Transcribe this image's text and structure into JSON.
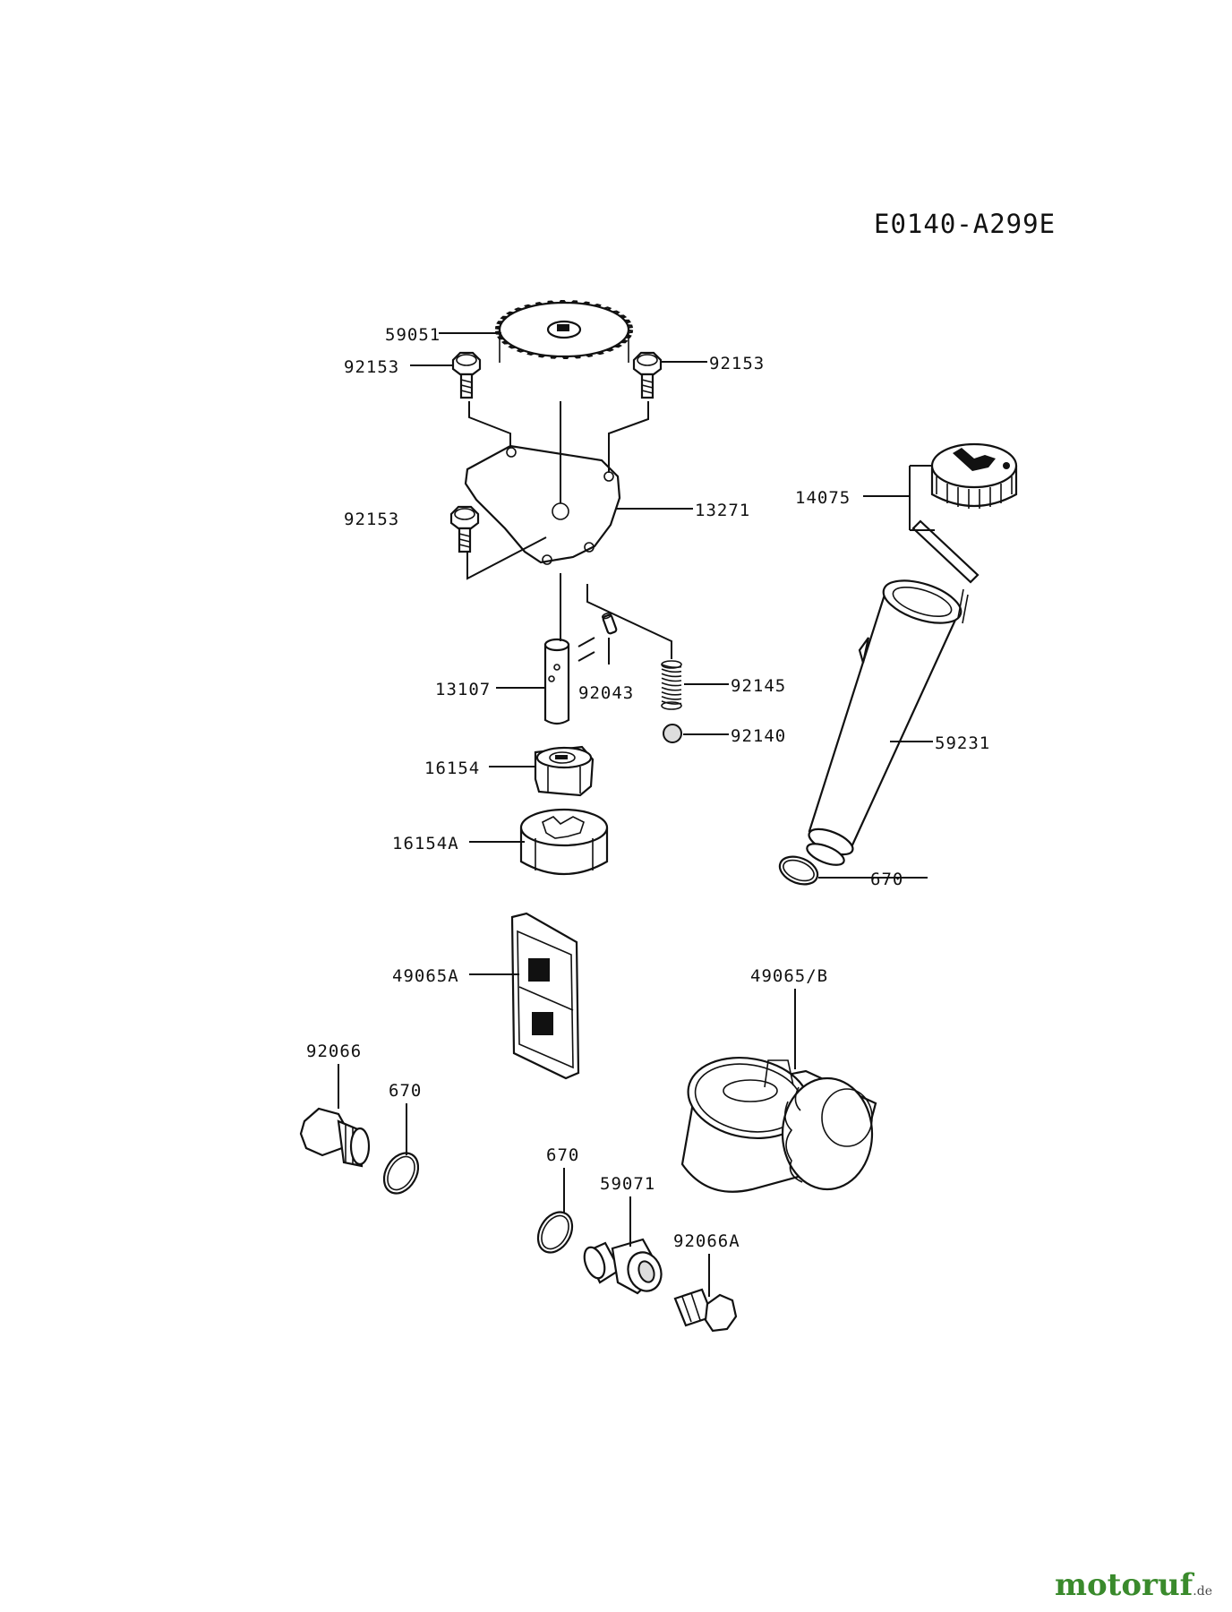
{
  "diagram": {
    "code": "E0140-A299E",
    "part_labels": {
      "gear": "59051",
      "bolt_top_left": "92153",
      "bolt_top_right": "92153",
      "bolt_mid_left": "92153",
      "cover_plate": "13271",
      "dipstick_cap": "14075",
      "shaft": "13107",
      "pin": "92043",
      "spring": "92145",
      "ball": "92140",
      "fill_tube": "59231",
      "inner_rotor": "16154",
      "outer_rotor": "16154A",
      "oring_tube": "670",
      "strainer": "49065A",
      "oil_filter": "49065/B",
      "drain_plug": "92066",
      "oring_left": "670",
      "oring_center": "670",
      "fitting": "59071",
      "plug_small": "92066A"
    }
  },
  "watermark": {
    "brand": "motoruf",
    "tld": ".de"
  }
}
